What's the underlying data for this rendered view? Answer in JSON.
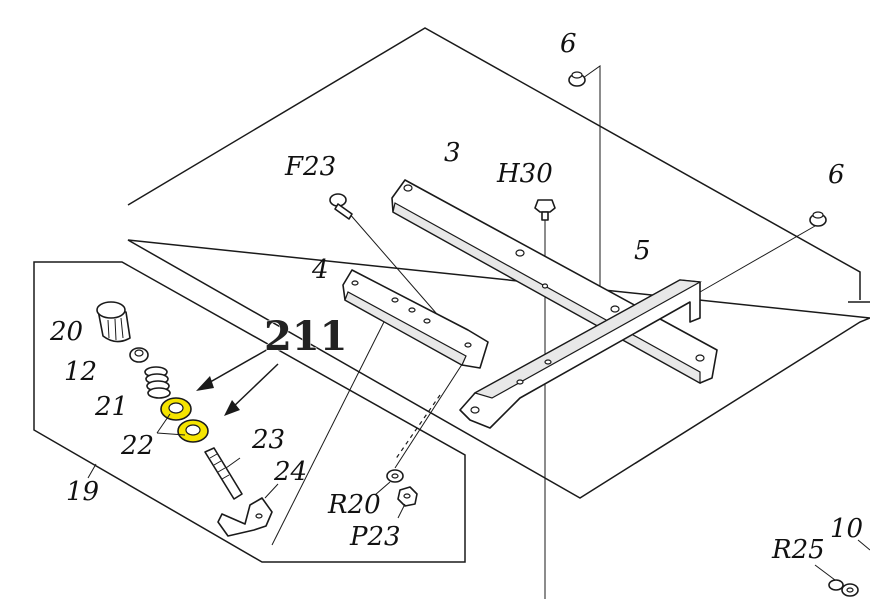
{
  "labels": {
    "p6a": "6",
    "p6b": "6",
    "p3": "3",
    "pF23": "F23",
    "pH30": "H30",
    "p4": "4",
    "p5": "5",
    "p20": "20",
    "p12": "12",
    "p21": "21",
    "p22": "22",
    "p23": "23",
    "p24": "24",
    "p19": "19",
    "pR20": "R20",
    "pP23": "P23",
    "pR25": "R25",
    "p10": "10",
    "callout": "211"
  },
  "colors": {
    "highlight": "#f5e400",
    "ink": "#1a1a1a"
  }
}
